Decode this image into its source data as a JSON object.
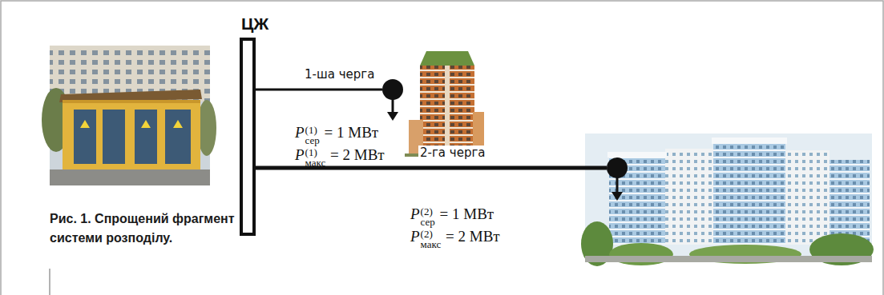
{
  "diagram": {
    "caption": "Рис. 1. Спрощений фрагмент системи розподілу.",
    "nodes": [
      {
        "text": [
          "ЦЖ"
        ]
      },
      {
        "text": [
          "P(1)сер = 1 МВт",
          "P(1)макс = 2 МВт"
        ]
      },
      {
        "text": [
          "P(2)сер = 1 МВт",
          "P(2)макс = 2 МВт"
        ]
      }
    ],
    "edges": [
      {
        "from": 0,
        "to": 1,
        "arrow": "none",
        "label": "1-ша черга"
      },
      {
        "from": 0,
        "to": 2,
        "arrow": "none",
        "label": "2-га черга"
      }
    ]
  }
}
